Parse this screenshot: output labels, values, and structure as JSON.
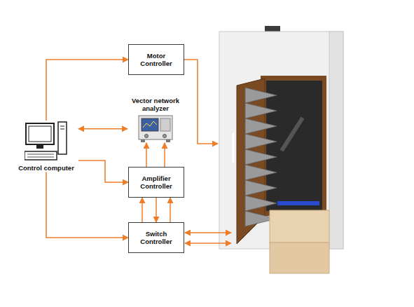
{
  "diagram": {
    "nodes": [
      {
        "text": [
          "Motor Controller"
        ]
      },
      {
        "text": [
          "Vector network analyzer"
        ]
      },
      {
        "text": [
          "Control computer"
        ]
      },
      {
        "text": [
          "Amplifier Controller"
        ]
      },
      {
        "text": [
          "Switch Controller"
        ]
      }
    ],
    "edges": [
      {
        "from": 2,
        "to": 0,
        "arrow": "to"
      },
      {
        "from": 2,
        "to": 1,
        "arrow": "both"
      },
      {
        "from": 2,
        "to": 3,
        "arrow": "to"
      },
      {
        "from": 2,
        "to": 4,
        "arrow": "to"
      },
      {
        "from": 3,
        "to": 1,
        "arrow": "to"
      },
      {
        "from": 3,
        "to": 1,
        "arrow": "to"
      },
      {
        "from": 4,
        "to": 3,
        "arrow": "to"
      },
      {
        "from": 3,
        "to": 4,
        "arrow": "to"
      },
      {
        "from": 4,
        "to": 3,
        "arrow": "to"
      }
    ]
  }
}
